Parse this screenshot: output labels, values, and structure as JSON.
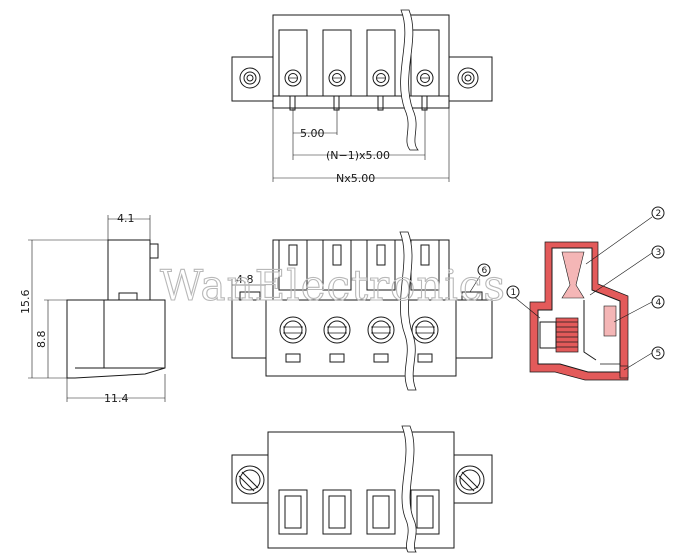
{
  "watermark": "WanElectronics",
  "dimensions": {
    "pitch": "5.00",
    "span_n_minus_1": "(N−1)x5.00",
    "overall_n": "Nx5.00",
    "side_top_width": "4.1",
    "side_total_height": "15.6",
    "side_lower_height": "8.8",
    "side_depth": "11.4",
    "front_offset": "4.8"
  },
  "callouts": [
    "1",
    "2",
    "3",
    "4",
    "5",
    "6"
  ],
  "colors": {
    "line": "#1a1a1a",
    "section": "#e35a5a",
    "section_light": "#f4b6b6",
    "watermark": "#b8b8b8"
  }
}
